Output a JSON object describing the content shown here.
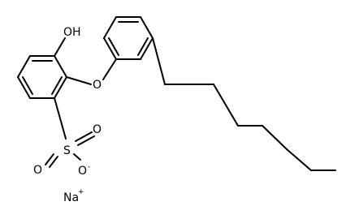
{
  "molecule": {
    "atoms": {
      "hydroxyl": "OH",
      "ether_oxygen": "O",
      "sulfur": "S",
      "sulfonyl_oxygen_upper": "O",
      "sulfonyl_oxygen_left": "O",
      "sulfonate_oxygen": "O",
      "sulfonate_charge": "-",
      "sodium": "Na",
      "sodium_charge": "+"
    }
  }
}
